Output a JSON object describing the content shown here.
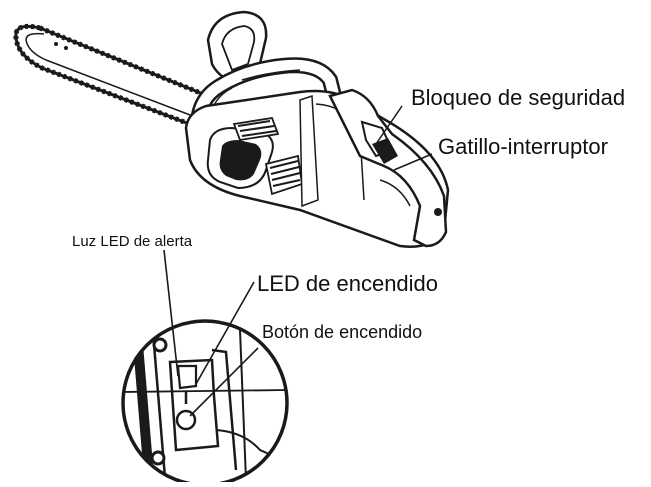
{
  "labels": {
    "safety_lock": "Bloqueo de seguridad",
    "trigger_switch": "Gatillo-interruptor",
    "alert_led": "Luz LED de alerta",
    "power_led": "LED de encendido",
    "power_button": "Botón de encendido"
  },
  "colors": {
    "line": "#1a1a1a",
    "background": "#ffffff"
  }
}
